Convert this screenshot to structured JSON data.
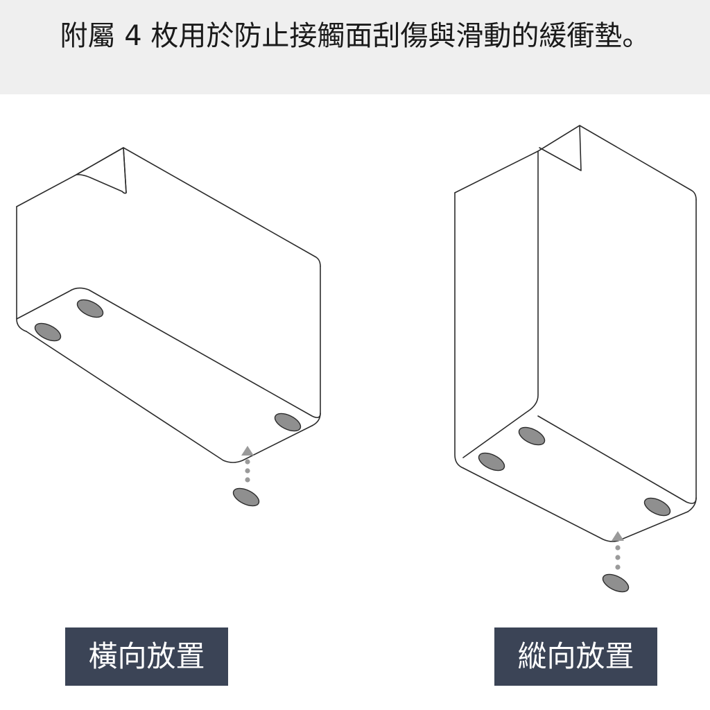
{
  "header": {
    "title": "附屬 4 枚用於防止接觸面刮傷與滑動的緩衝墊。"
  },
  "labels": {
    "horizontal": "橫向放置",
    "vertical": "縱向放置"
  },
  "colors": {
    "header_bg": "#efefef",
    "label_bg": "#3b4456",
    "label_text": "#ffffff",
    "pad": "#8a8a8a",
    "outline": "#2b2b2b"
  }
}
